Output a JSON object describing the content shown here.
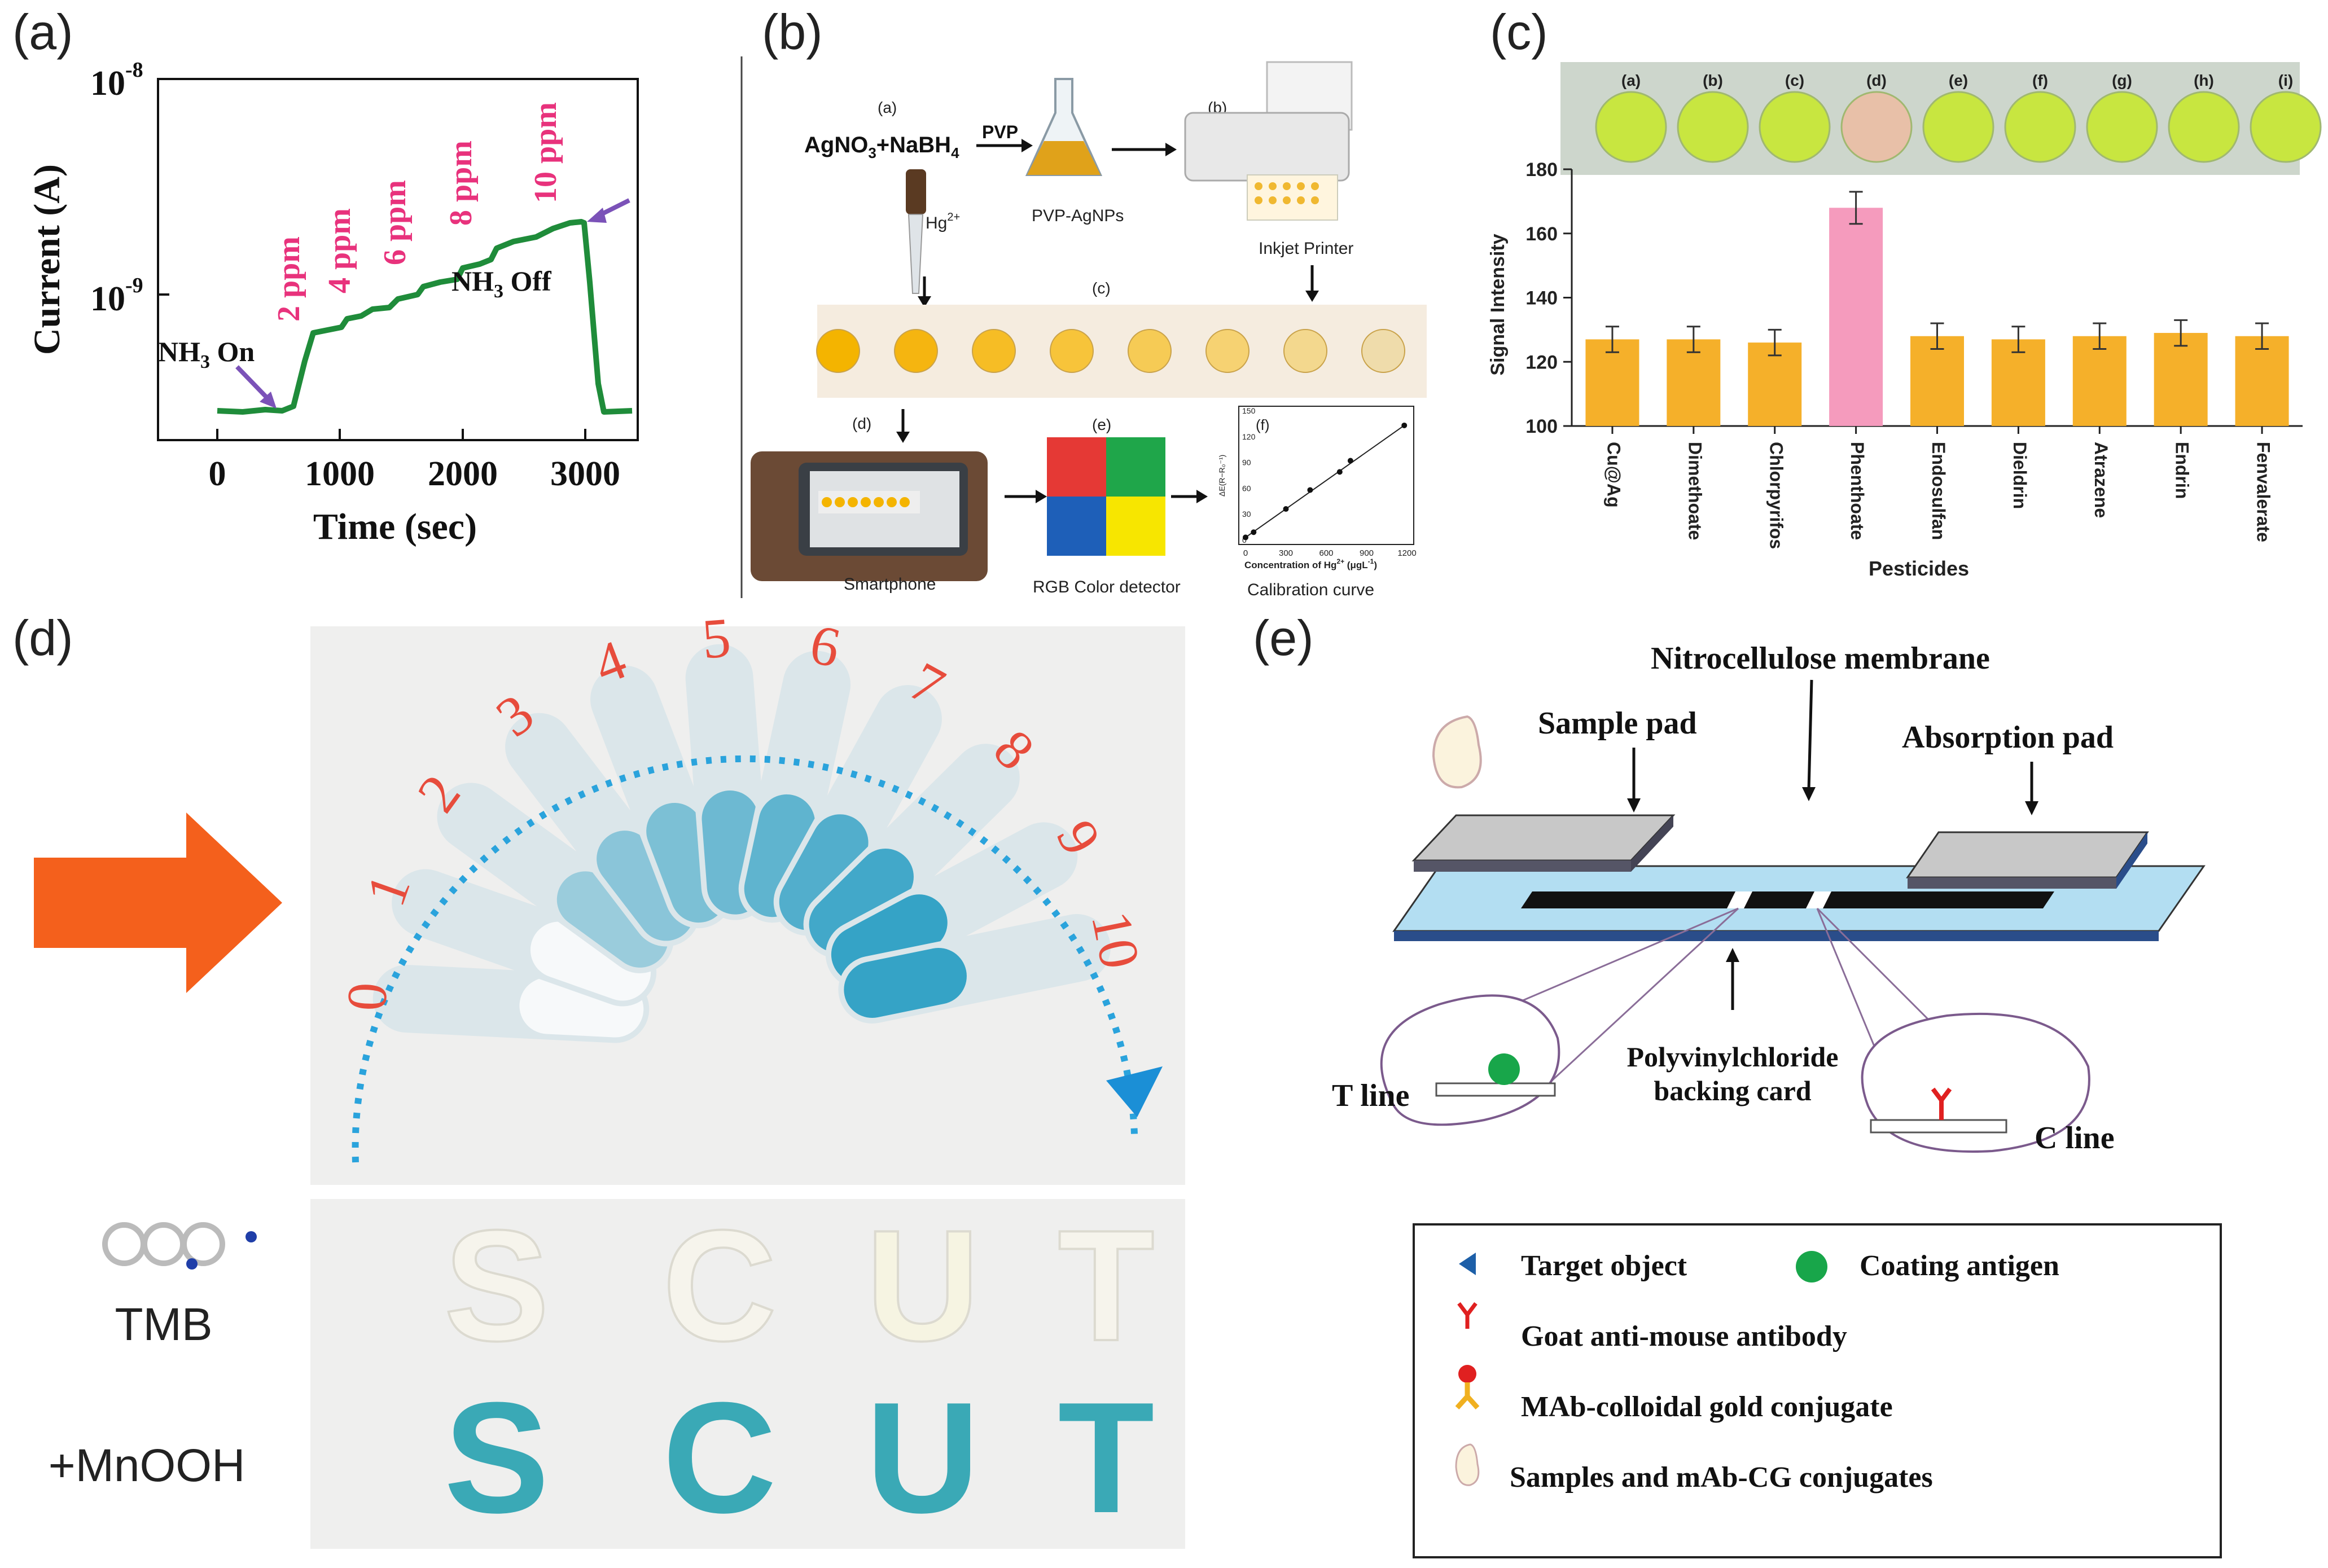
{
  "panel_labels": [
    "(a)",
    "(b)",
    "(c)",
    "(d)",
    "(e)"
  ],
  "panel_a": {
    "ylabel": "Current (A)",
    "xlabel": "Time (sec)",
    "y_top_tick_base": "10",
    "y_top_tick_exp": "-8",
    "y_mid_tick_base": "10",
    "y_mid_tick_exp": "-9",
    "xticks": [
      "0",
      "1000",
      "2000",
      "3000"
    ],
    "annotations": {
      "on_prefix": "NH",
      "on_sub": "3",
      "on_suffix": " On",
      "off_prefix": "NH",
      "off_sub": "3",
      "off_suffix": " Off",
      "ppm_labels": [
        "2 ppm",
        "4 ppm",
        "6 ppm",
        "8 ppm",
        "10 ppm"
      ]
    },
    "colors": {
      "line": "#1f8c3a",
      "ppm": "#e8327c",
      "arrow": "#7b52b8"
    }
  },
  "panel_b": {
    "step_a": "(a)",
    "step_b": "(b)",
    "step_c": "(c)",
    "step_d": "(d)",
    "step_e": "(e)",
    "step_f": "(f)",
    "reagents_base": "AgNO",
    "reagents_sub1": "3",
    "reagents_mid": "+NaBH",
    "reagents_sub2": "4",
    "pvp": "PVP",
    "flask_label": "PVP-AgNPs",
    "printer_label": "Inkjet  Printer",
    "hg_base": "Hg",
    "hg_sup": "2+",
    "smartphone_label": "Smartphone",
    "rgb_label": "RGB Color detector",
    "calib_label": "Calibration curve",
    "calib_xlabel_base": "Concentration of Hg",
    "calib_xlabel_sup": "2+",
    "calib_xlabel_unit": " (μgL",
    "calib_xlabel_unit_sup": "-1",
    "calib_xlabel_close": ")",
    "calib_ylabel": "ΔE(R−R₀⁻¹)",
    "calib_xticks": [
      "0",
      "300",
      "600",
      "900",
      "1200"
    ],
    "calib_yticks": [
      "0",
      "30",
      "60",
      "90",
      "120",
      "150"
    ],
    "calib_points": [
      [
        0,
        3
      ],
      [
        60,
        9
      ],
      [
        300,
        36
      ],
      [
        480,
        58
      ],
      [
        700,
        79
      ],
      [
        780,
        92
      ],
      [
        1180,
        133
      ]
    ],
    "spot_colors": [
      "#f4b400",
      "#f5b510",
      "#f6bd25",
      "#f7c43a",
      "#f6cb55",
      "#f6d272",
      "#f3d88e",
      "#efdcab"
    ]
  },
  "panel_c": {
    "ylabel": "Signal Intensity",
    "xlabel": "Pesticides",
    "yticks": [
      "100",
      "120",
      "140",
      "160",
      "180"
    ],
    "photo_labels": [
      "(a)",
      "(b)",
      "(c)",
      "(d)",
      "(e)",
      "(f)",
      "(g)",
      "(h)",
      "(i)"
    ]
  },
  "chart_data": {
    "type": "bar",
    "categories": [
      "Cu@Ag",
      "Dimethoate",
      "Chlorpyrifos",
      "Phenthoate",
      "Endosulfan",
      "Dieldrin",
      "Atrazene",
      "Endrin",
      "Fenvalerate"
    ],
    "values": [
      127,
      127,
      126,
      168,
      128,
      127,
      128,
      129,
      128
    ],
    "errors": [
      4,
      4,
      4,
      5,
      4,
      4,
      4,
      4,
      4
    ],
    "ylim": [
      100,
      180
    ],
    "xlabel": "Pesticides",
    "ylabel": "Signal Intensity",
    "colors": [
      "#f5b02a",
      "#f5b02a",
      "#f5b02a",
      "#f59bbd",
      "#f5b02a",
      "#f5b02a",
      "#f5b02a",
      "#f5b02a",
      "#f5b02a"
    ],
    "grid": false
  },
  "panel_d": {
    "tube_numbers": [
      "0",
      "1",
      "2",
      "3",
      "4",
      "5",
      "6",
      "7",
      "8",
      "9",
      "10"
    ],
    "letters": [
      "S",
      "C",
      "U",
      "T"
    ],
    "row1_label": "TMB",
    "row2_label": "+MnOOH",
    "colors": {
      "arrow": "#f4601c",
      "tube_blue": "#2c9fc4",
      "text_blue": "#38b2c0",
      "numbers": "#e74c3c"
    }
  },
  "panel_e": {
    "title_membrane": "Nitrocellulose membrane",
    "sample_pad": "Sample pad",
    "absorption_pad": "Absorption pad",
    "backing_card_1": "Polyvinylchloride",
    "backing_card_2": "backing card",
    "t_line": "T line",
    "c_line": "C line",
    "legend": {
      "target": "Target object",
      "coating": "Coating antigen",
      "goat": "Goat anti-mouse antibody",
      "mab": "MAb-colloidal gold conjugate",
      "samples": "Samples and mAb-CG conjugates"
    }
  }
}
